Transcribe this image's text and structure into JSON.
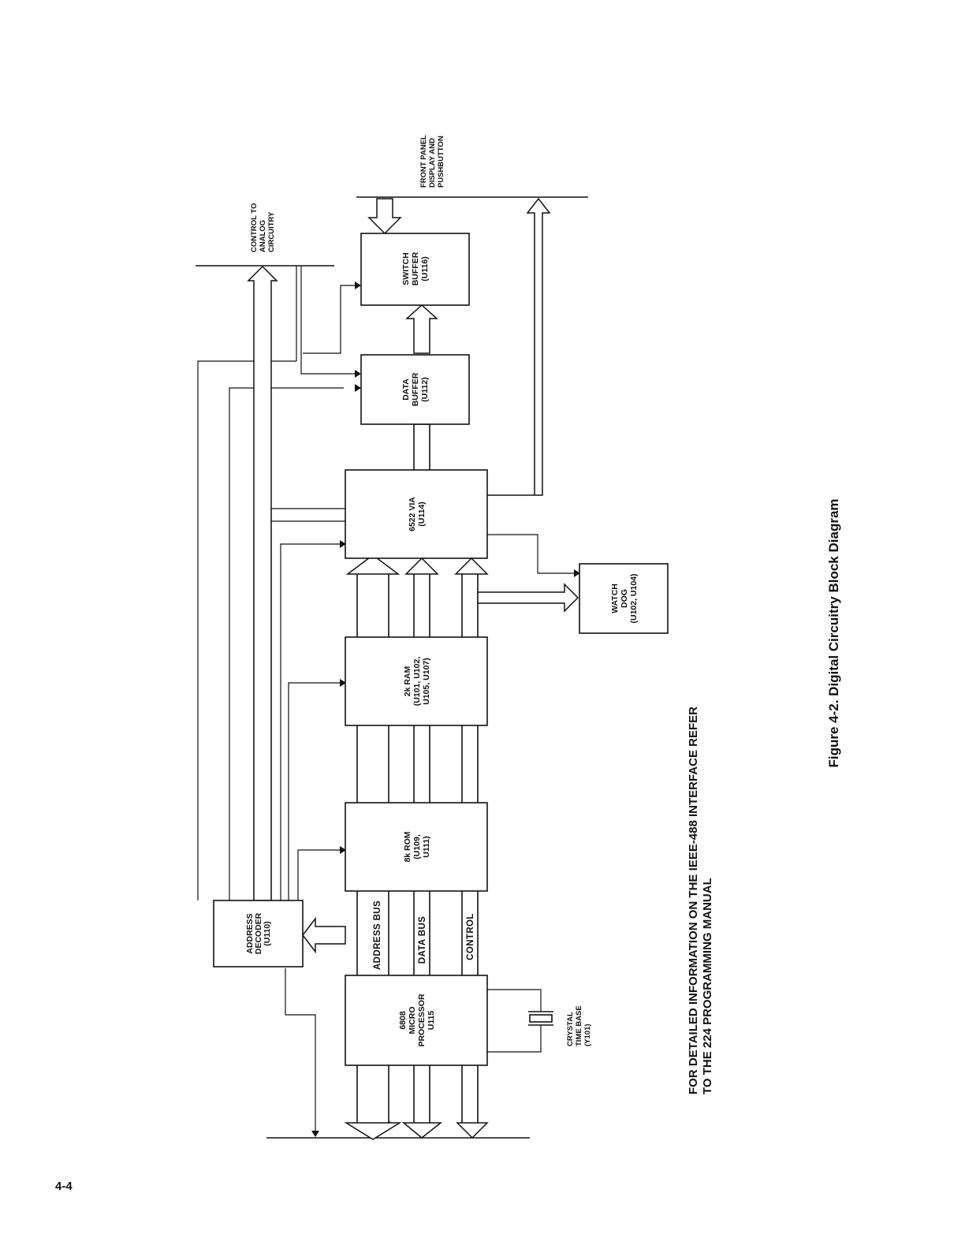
{
  "page_number": "4-4",
  "figure": {
    "caption": "Figure 4-2. Digital Circuitry Block Diagram",
    "note_lines": [
      "FOR DETAILED INFORMATION ON THE IEEE-488 INTERFACE REFER",
      "TO THE 224 PROGRAMMING MANUAL"
    ]
  },
  "blocks": {
    "microprocessor": [
      "6808",
      "MICRO",
      "PROCESSOR",
      "U115"
    ],
    "address_decoder": [
      "ADDRESS",
      "DECODER",
      "(U110)"
    ],
    "rom": [
      "8k ROM",
      "(U109,",
      "U111)"
    ],
    "ram": [
      "2k RAM",
      "(U101, U102,",
      "U105, U107)"
    ],
    "via": [
      "6522 VIA",
      "(U114)"
    ],
    "data_buffer": [
      "DATA",
      "BUFFER",
      "(U112)"
    ],
    "switch_buffer": [
      "SWITCH",
      "BUFFER",
      "(U116)"
    ],
    "watchdog": [
      "WATCH",
      "DOG",
      "(U102, U104)"
    ]
  },
  "buses": {
    "address": "ADDRESS BUS",
    "data": "DATA BUS",
    "control": "CONTROL"
  },
  "external_labels": {
    "crystal": [
      "CRYSTAL",
      "TIME BASE",
      "(Y101)"
    ],
    "analog": [
      "CONTROL TO",
      "ANALOG",
      "CIRCUITRY"
    ],
    "front_panel": [
      "FRONT PANEL",
      "DISPLAY AND",
      "PUSHBUTTON"
    ]
  }
}
